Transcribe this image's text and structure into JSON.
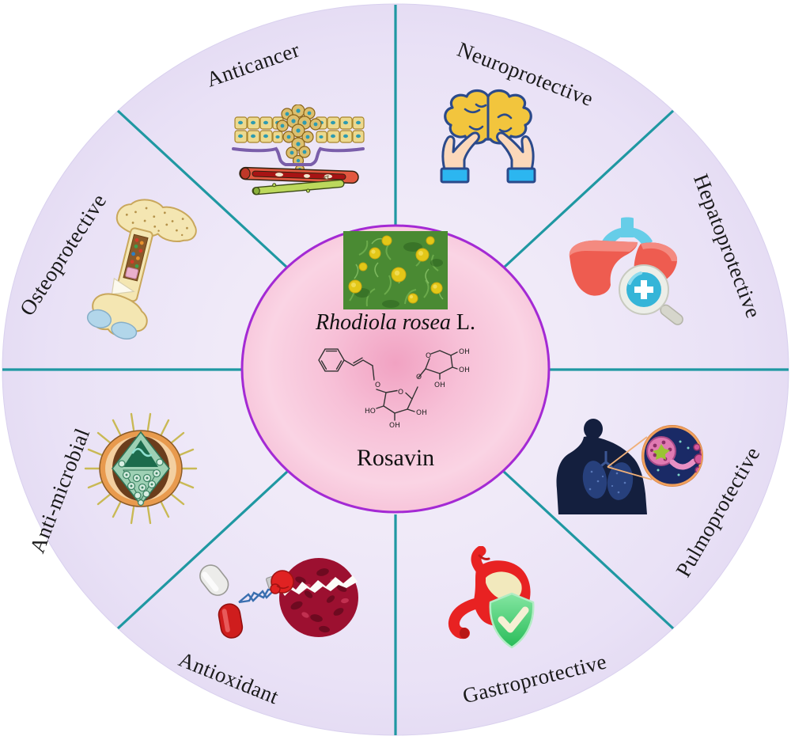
{
  "figure": {
    "species_name_italic": "Rhodiola rosea",
    "species_name_suffix": " L.",
    "compound_name": "Rosavin"
  },
  "segments": [
    {
      "label": "Anticancer",
      "icon": "tumor-invasion-icon"
    },
    {
      "label": "Neuroprotective",
      "icon": "brain-in-hands-icon"
    },
    {
      "label": "Hepatoprotective",
      "icon": "liver-magnifier-icon"
    },
    {
      "label": "Pulmoprotective",
      "icon": "lungs-alveoli-inset-icon"
    },
    {
      "label": "Gastroprotective",
      "icon": "stomach-shield-icon"
    },
    {
      "label": "Antioxidant",
      "icon": "capsule-vs-free-radical-icon"
    },
    {
      "label": "Anti-microbial",
      "icon": "virus-cross-section-icon"
    },
    {
      "label": "Osteoprotective",
      "icon": "bone-cross-section-icon"
    }
  ],
  "molecule": {
    "atom_labels": {
      "o_glycosidic": "O",
      "o_ring_glucose": "O",
      "ho_glucose": "HO",
      "oh_glucose_right": "OH",
      "oh_glucose_bottom": "OH",
      "o_link": "O",
      "o_ring_arabinose": "O",
      "oh_arabinose_top": "OH",
      "oh_arabinose_right": "OH",
      "oh_arabinose_bottom": "OH"
    }
  },
  "colors": {
    "divider_teal": "#1f98a2",
    "wheel_fill": "#e9e2f6",
    "center_fill": "#f7c3d9",
    "center_border": "#a42ad4",
    "label_text": "#1a1a1a"
  }
}
